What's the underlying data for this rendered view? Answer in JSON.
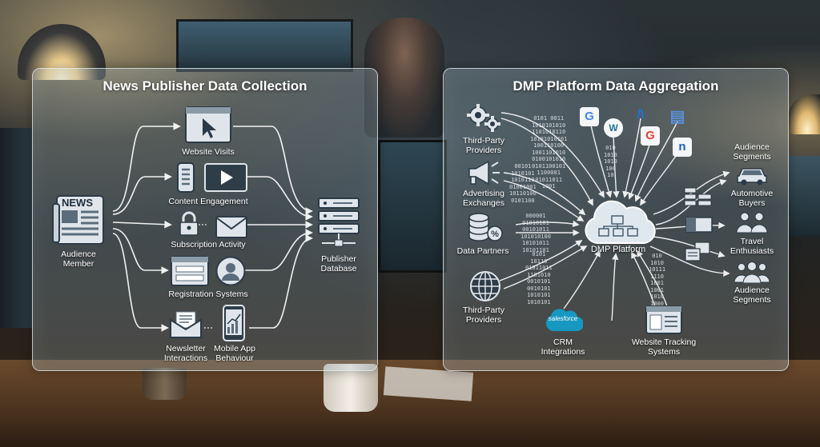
{
  "left_panel": {
    "title": "News Publisher Data Collection",
    "source": {
      "badge": "NEWS",
      "label": "Audience\nMember",
      "icon": "newspaper-icon"
    },
    "sources": [
      {
        "id": "website-visits",
        "label": "Website Visits",
        "icon": "browser-cursor-icon"
      },
      {
        "id": "content-engagement",
        "label": "Content Engagement",
        "icon": "video-player-icon"
      },
      {
        "id": "subscription-activity",
        "label": "Subscription Activity",
        "icon": "padlock-envelope-icon"
      },
      {
        "id": "registration-systems",
        "label": "Registration Systems",
        "icon": "form-user-icon"
      },
      {
        "id": "newsletter-interactions",
        "label": "Newsletter\nInteractions",
        "icon": "newsletter-envelope-icon"
      },
      {
        "id": "mobile-app-behaviour",
        "label": "Mobile App\nBehaviour",
        "icon": "mobile-chart-icon"
      }
    ],
    "target": {
      "label": "Publisher\nDatabase",
      "icon": "server-database-icon"
    }
  },
  "right_panel": {
    "title": "DMP Platform Data Aggregation",
    "inputs": [
      {
        "id": "third-party-providers-top",
        "label": "Third-Party\nProviders",
        "icon": "gears-icon"
      },
      {
        "id": "advertising-exchanges",
        "label": "Advertising\nExchanges",
        "icon": "megaphone-icon"
      },
      {
        "id": "data-partners",
        "label": "Data Partners",
        "icon": "database-percent-icon"
      },
      {
        "id": "third-party-providers-bottom",
        "label": "Third-Party\nProviders",
        "icon": "globe-icon"
      },
      {
        "id": "crm-integrations",
        "label": "CRM\nIntegrations",
        "icon": "salesforce-cloud-icon",
        "badge": "salesforce"
      },
      {
        "id": "website-tracking-systems",
        "label": "Website Tracking\nSystems",
        "icon": "browser-tracking-icon"
      }
    ],
    "hub": {
      "label": "DMP Platform",
      "icon": "cloud-network-icon"
    },
    "logos": [
      {
        "id": "google-logo-1",
        "glyph": "G",
        "color": "#4285f4"
      },
      {
        "id": "wordpress-logo",
        "glyph": "W",
        "color": "#21759b"
      },
      {
        "id": "analytics-logo",
        "glyph": "/\\",
        "color": "#1a73e8"
      },
      {
        "id": "google-logo-2",
        "glyph": "G",
        "color": "#ea4335"
      },
      {
        "id": "chart-logo",
        "glyph": "▤",
        "color": "#5b8fd9"
      },
      {
        "id": "n-logo",
        "glyph": "n",
        "color": "#1c5fb8"
      }
    ],
    "outputs": [
      {
        "id": "audience-segments-top",
        "label": "Audience\nSegments",
        "icon": ""
      },
      {
        "id": "automotive-buyers",
        "label": "Automotive\nBuyers",
        "icon": "car-icon"
      },
      {
        "id": "travel-enthusiasts",
        "label": "Travel\nEnthusiasts",
        "icon": "people-icon"
      },
      {
        "id": "audience-segments-bottom",
        "label": "Audience\nSegments",
        "icon": "group-icon"
      }
    ],
    "binary": {
      "top": "0101 0011\n1010101010\n1101010110\n10101010101\n100110100\n1001101010\n0100101010\n0101100101\n1100001\n01011011\n1001",
      "left": "00101\n1010101\n1010110\n01001001\n10110100\n0101100",
      "mid": "000001\n01010101\n00101011\n101010100\n10101011\n10101101",
      "bottom": "0101\n10110\n01011011\n1101010\n0010101\n0010101\n1010101\n1010101",
      "right": "010\n1010\n10111\n1110\n1001\n1001\n1010\n1000\n101\n10111",
      "topright": "010\n1010\n1010\n100\n10"
    }
  }
}
